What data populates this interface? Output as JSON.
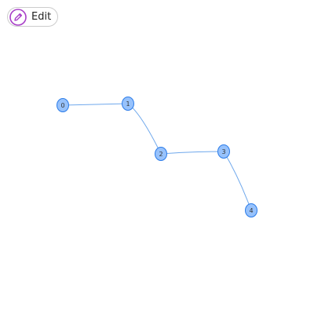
{
  "toolbar": {
    "edit_label": "Edit"
  },
  "icons": {
    "edit": "pencil-icon"
  },
  "colors": {
    "node_fill": "#97c2fc",
    "node_border": "#2b7ce9",
    "edge": "#6fa8ec",
    "edit_icon": "#a83fc8"
  },
  "graph": {
    "nodes": [
      {
        "id": "0",
        "label": "0"
      },
      {
        "id": "1",
        "label": "1"
      },
      {
        "id": "2",
        "label": "2"
      },
      {
        "id": "3",
        "label": "3"
      },
      {
        "id": "4",
        "label": "4"
      }
    ],
    "edges": [
      {
        "from": "0",
        "to": "1"
      },
      {
        "from": "1",
        "to": "2"
      },
      {
        "from": "2",
        "to": "3"
      },
      {
        "from": "3",
        "to": "4"
      }
    ]
  }
}
